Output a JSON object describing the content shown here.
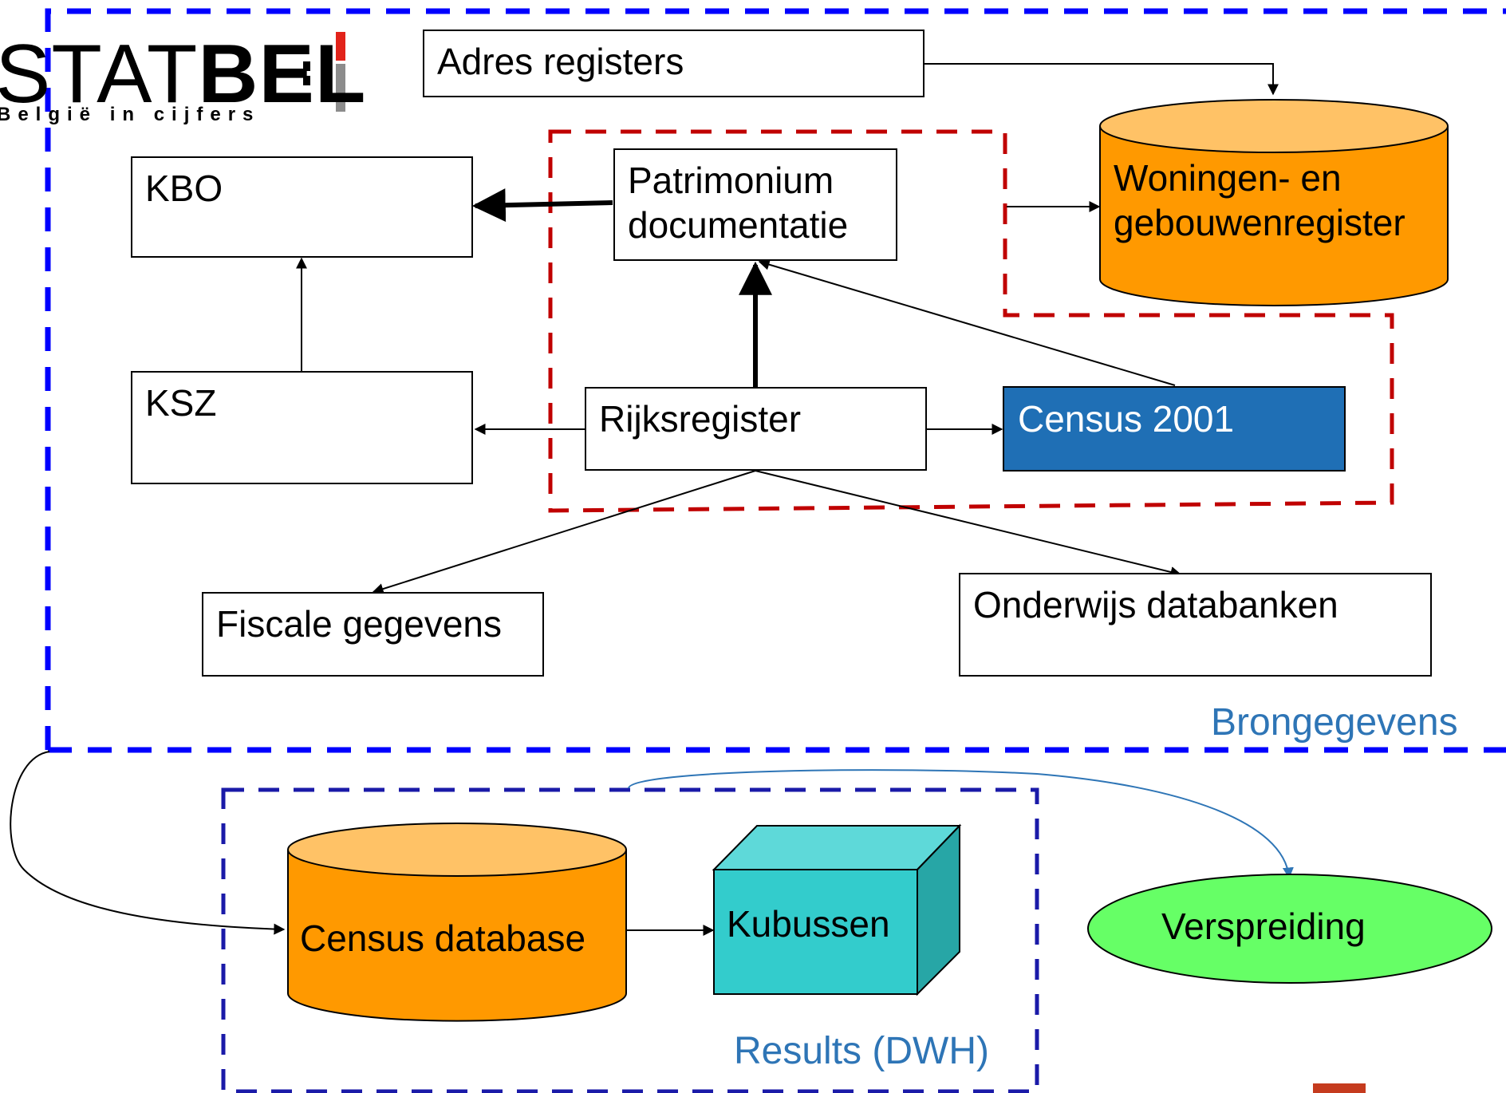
{
  "logo": {
    "wordmark_light": "STAT",
    "wordmark_bold": "BEL",
    "tagline": "België in cijfers"
  },
  "nodes": {
    "adres_registers": "Adres registers",
    "kbo": "KBO",
    "patrimonium_line1": "Patrimonium",
    "patrimonium_line2": "documentatie",
    "woningen_line1": "Woningen- en",
    "woningen_line2": "gebouwenregister",
    "ksz": "KSZ",
    "rijksregister": "Rijksregister",
    "census_2001": "Census 2001",
    "fiscale_gegevens": "Fiscale gegevens",
    "onderwijs_databanken": "Onderwijs databanken",
    "census_database": "Census database",
    "kubussen": "Kubussen",
    "verspreiding": "Verspreiding"
  },
  "regions": {
    "brongegevens": "Brongegevens",
    "results": "Results (DWH)"
  },
  "colors": {
    "blue_dash": "#0000ff",
    "navy_dash": "#1a1aa8",
    "red_dash": "#c00000",
    "orange": "#ff9900",
    "orange_top": "#ffc266",
    "teal": "#33cccc",
    "teal_top": "#5ed9d9",
    "teal_side": "#27a6a6",
    "census_blue": "#1f6fb5",
    "green": "#66ff66",
    "label_blue": "#2e75b6",
    "logo_yellow": "#f7d117",
    "logo_red": "#e2231a",
    "corner_red": "#c53b1e"
  }
}
